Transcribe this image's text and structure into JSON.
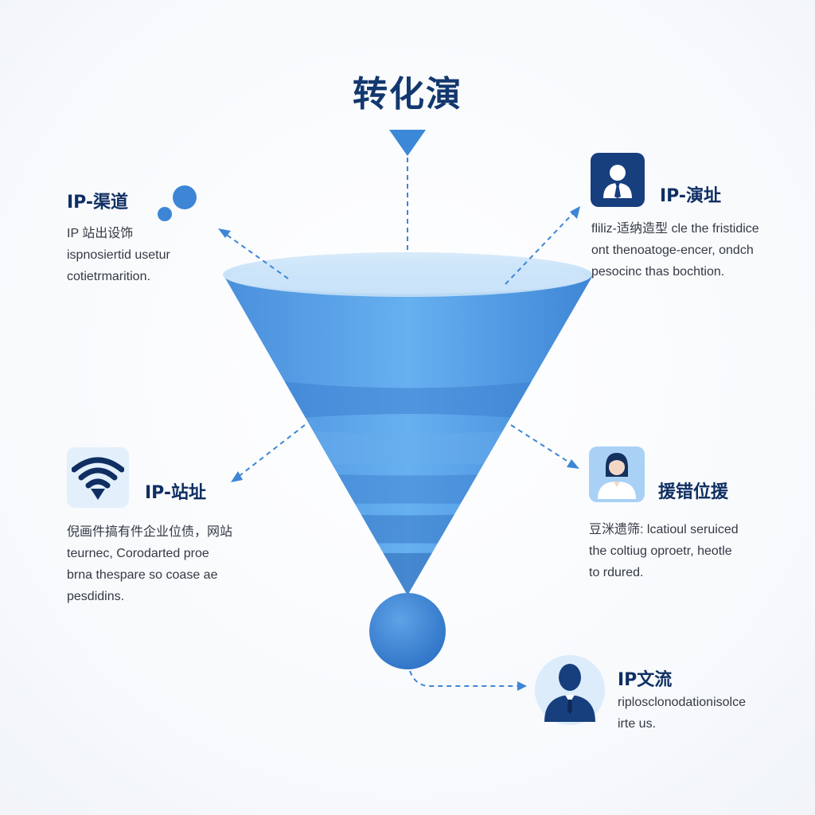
{
  "title": "转化演",
  "colors": {
    "title": "#12386e",
    "accent": "#3d86d6",
    "dark_blue": "#0f3e7d",
    "funnel_light": "#6cb3f2",
    "funnel_dark": "#2a6fc4"
  },
  "nodes": {
    "top_left": {
      "label": "IP-渠道",
      "lines": [
        "IP 站出设饰",
        "ispnosiertid usetur",
        "cotietrmarition."
      ],
      "icon": "dots-icon"
    },
    "top_right": {
      "label": "IP-演址",
      "lines": [
        "fliliz-适纳造型 cle the fristidice",
        "ont thenoatoge-encer, ondch",
        "pesocinc thas bochtion."
      ],
      "icon": "person-icon"
    },
    "mid_left": {
      "label": "IP-站址",
      "lines": [
        "倪画件搞有件企业位债，网站",
        "teurnec, Corodarted proe",
        "brna thespare so coase ae",
        "pesdidins."
      ],
      "icon": "wifi-icon"
    },
    "mid_right": {
      "label": "援错位援",
      "lines": [
        "豆洣遗筛: lcatioul seruiced",
        "the coltiug oproetr, heotle",
        "to rdured."
      ],
      "icon": "woman-icon"
    },
    "bottom_right": {
      "label": "IP文流",
      "lines": [
        "riplosclonodationisolce",
        "irte us."
      ],
      "icon": "businessman-icon"
    }
  }
}
